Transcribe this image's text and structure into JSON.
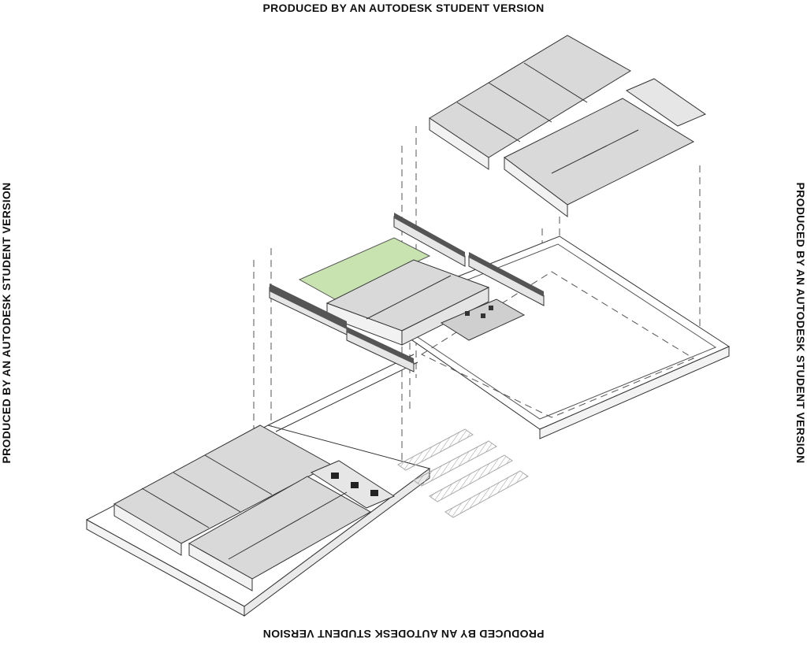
{
  "watermarks": {
    "top": "PRODUCED BY AN AUTODESK STUDENT VERSION",
    "bottom": "PRODUCED BY AN AUTODESK STUDENT VERSION",
    "left": "PRODUCED BY AN AUTODESK STUDENT VERSION",
    "right": "PRODUCED BY AN AUTODESK STUDENT VERSION"
  },
  "colors": {
    "roof": "#d9d9d9",
    "roof_dark": "#bdbdbd",
    "wall": "#f2f2f2",
    "line": "#333333",
    "green_area": "#c8e3b0",
    "dashed": "#555555"
  },
  "icons": [
    "isometric-drawing-icon"
  ]
}
